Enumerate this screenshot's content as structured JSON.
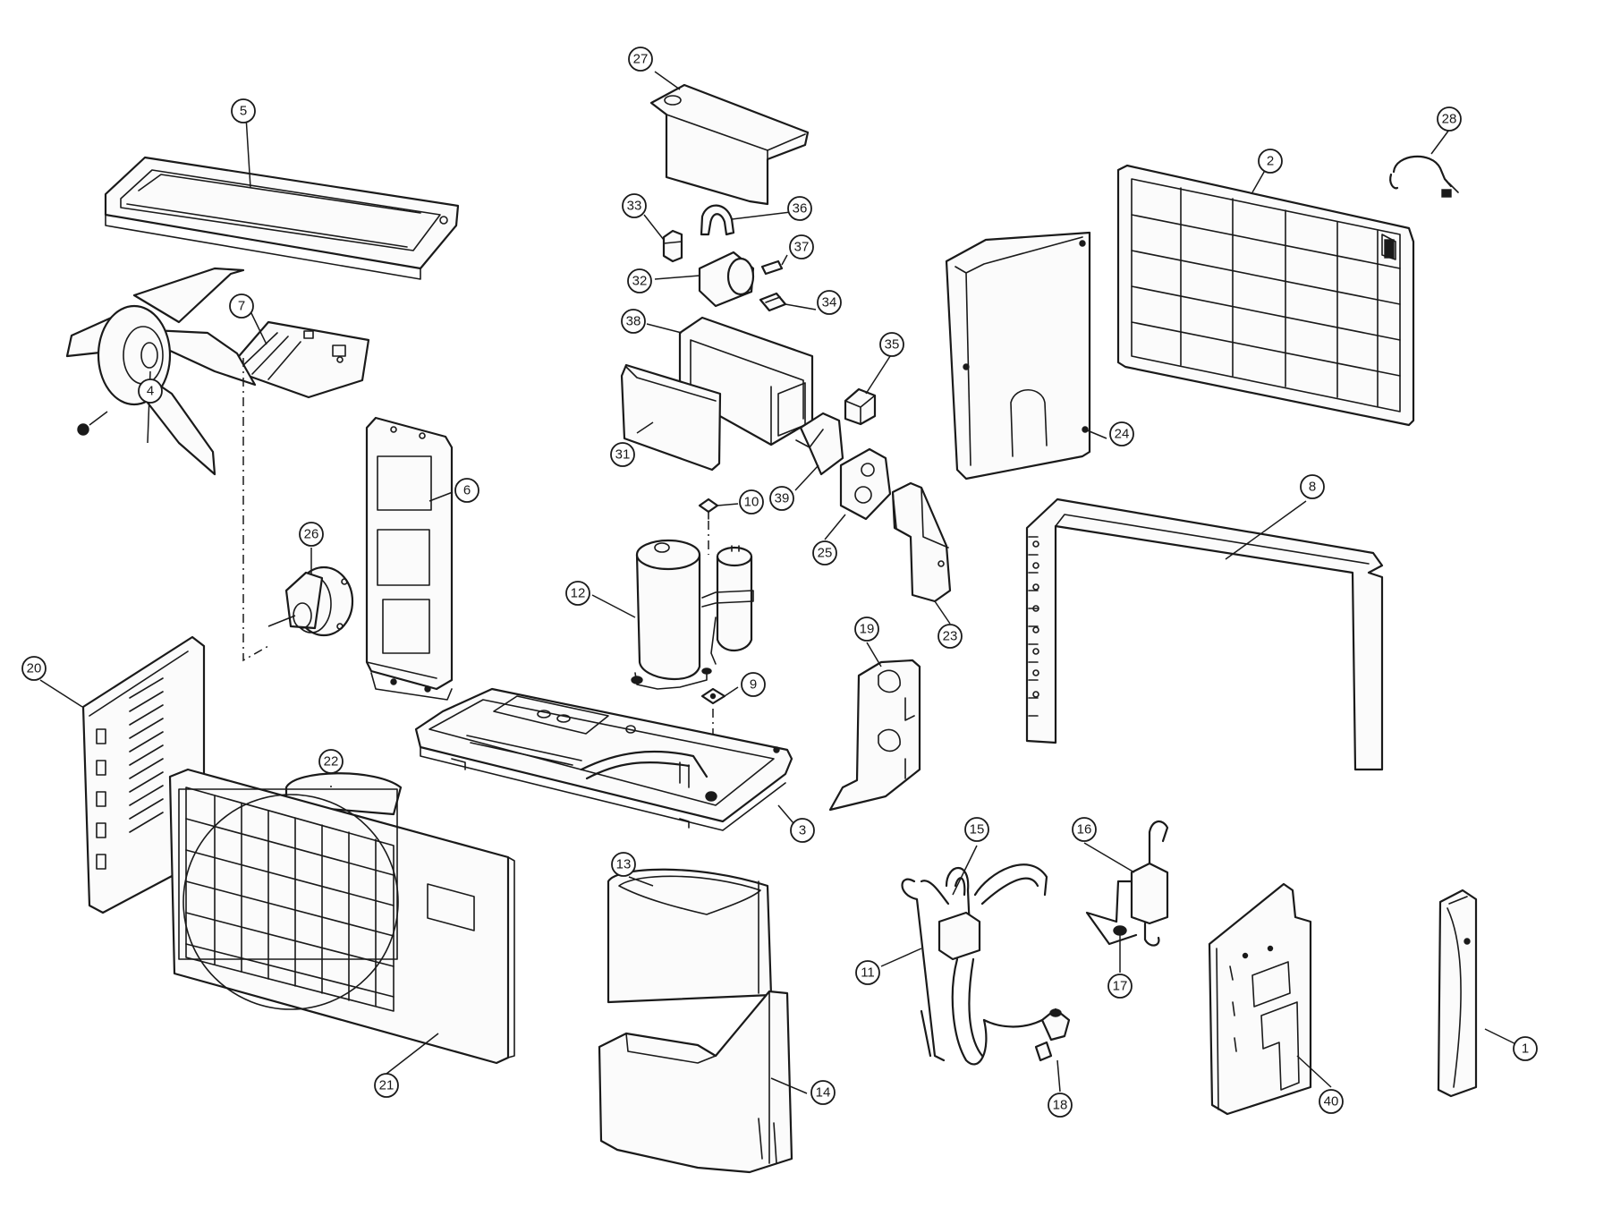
{
  "diagram": {
    "callouts": [
      "1",
      "2",
      "3",
      "4",
      "5",
      "6",
      "7",
      "8",
      "9",
      "10",
      "11",
      "12",
      "13",
      "14",
      "15",
      "16",
      "17",
      "18",
      "19",
      "20",
      "21",
      "22",
      "23",
      "24",
      "25",
      "26",
      "27",
      "28",
      "31",
      "32",
      "33",
      "34",
      "35",
      "36",
      "37",
      "38",
      "39",
      "40"
    ]
  }
}
